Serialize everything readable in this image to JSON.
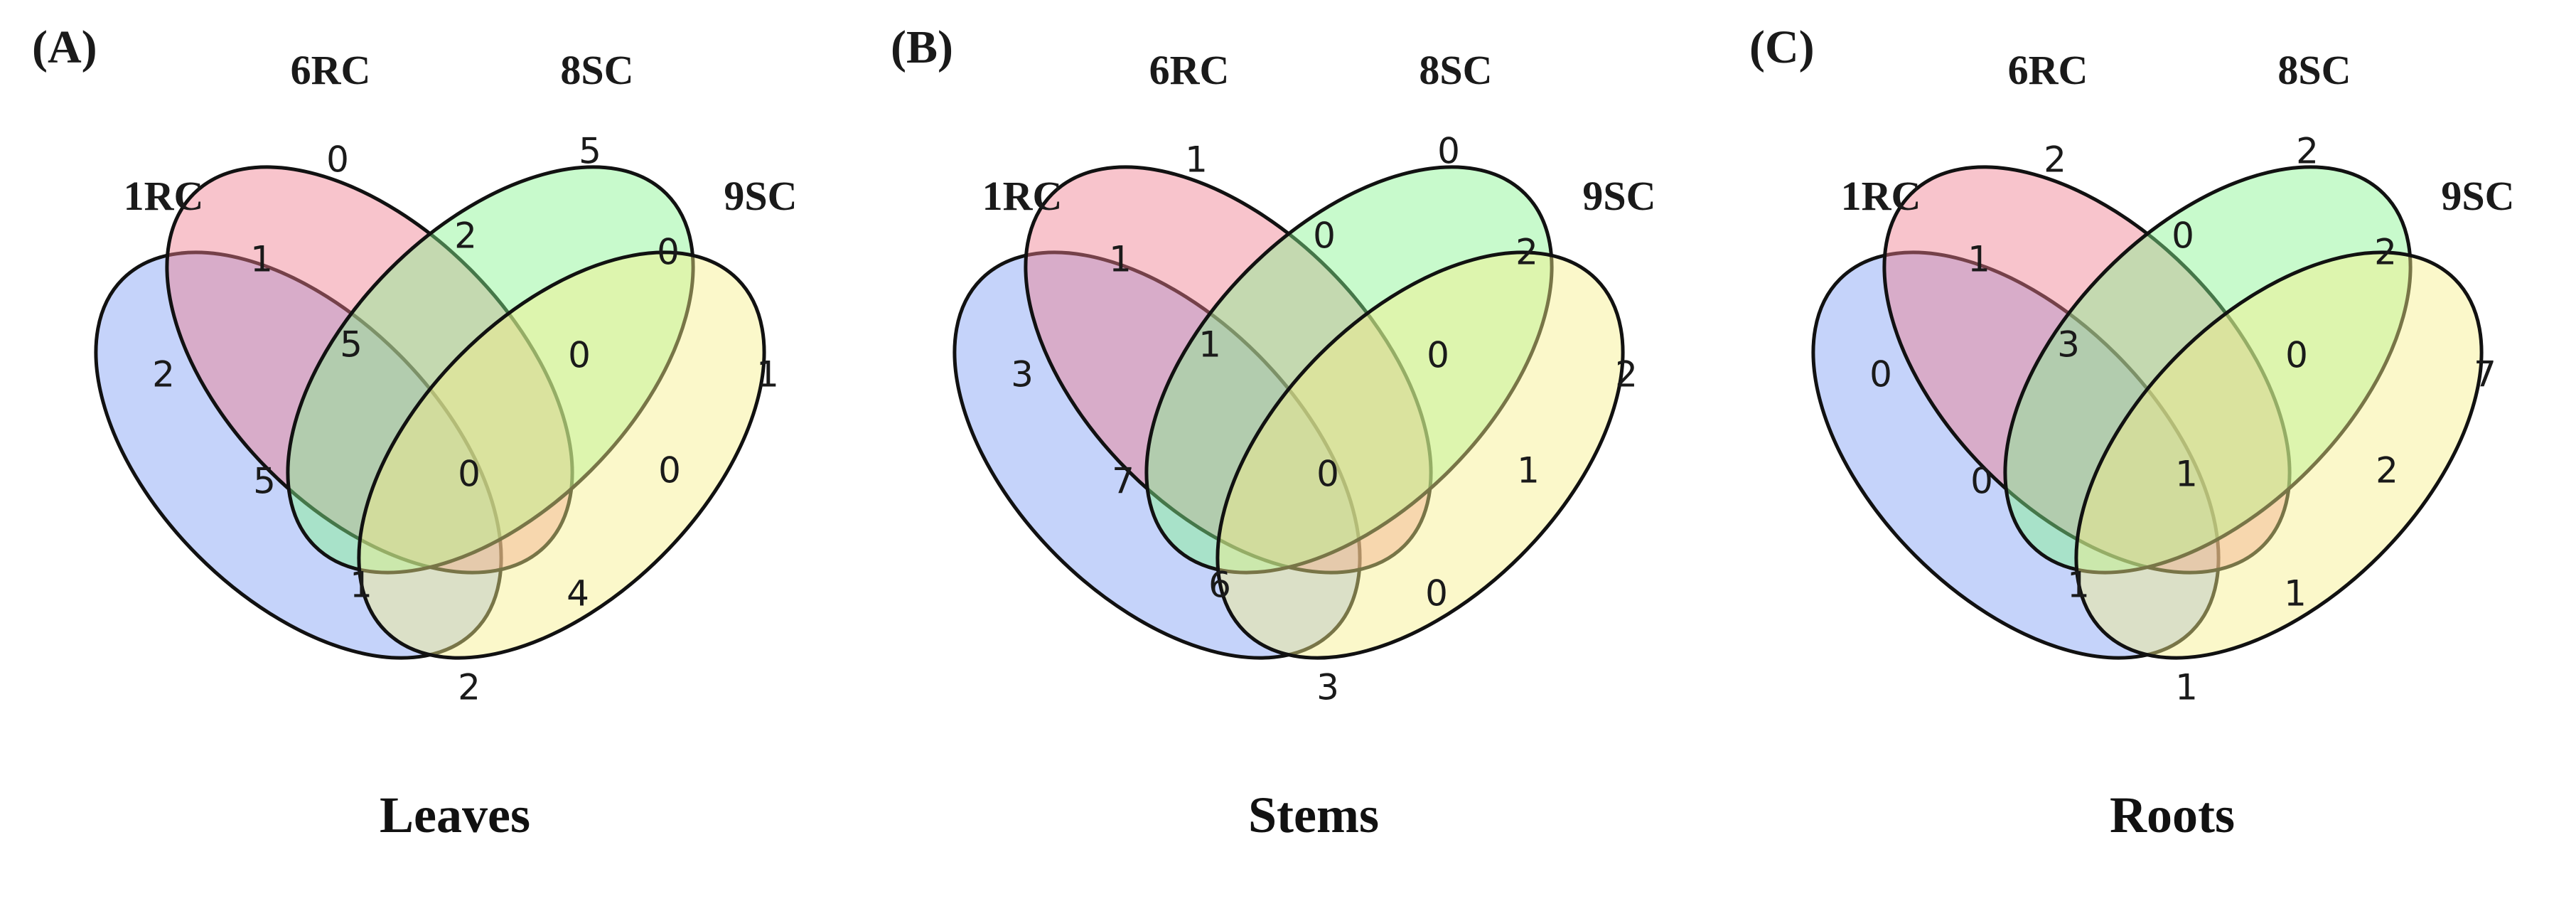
{
  "set_colors": {
    "1RC": "#7f9ef5",
    "6RC": "#f07c8e",
    "8SC": "#86f38e",
    "9SC": "#f7f089"
  },
  "panels": [
    {
      "label": "(A)",
      "caption": "Leaves",
      "set_labels": [
        "1RC",
        "6RC",
        "8SC",
        "9SC"
      ],
      "counts": {
        "only_1RC": "2",
        "only_6RC": "0",
        "only_8SC": "5",
        "only_9SC": "1",
        "1RC_6RC": "1",
        "6RC_8SC": "2",
        "8SC_9SC": "0",
        "1RC_9SC": "2",
        "1RC_6RC_8SC": "5",
        "6RC_8SC_9SC": "0",
        "1RC_8SC": "5",
        "6RC_9SC": "0",
        "1RC_6RC_8SC_9SC": "0",
        "1RC_8SC_9SC": "1",
        "1RC_6RC_9SC": "4"
      }
    },
    {
      "label": "(B)",
      "caption": "Stems",
      "set_labels": [
        "1RC",
        "6RC",
        "8SC",
        "9SC"
      ],
      "counts": {
        "only_1RC": "3",
        "only_6RC": "1",
        "only_8SC": "0",
        "only_9SC": "2",
        "1RC_6RC": "1",
        "6RC_8SC": "0",
        "8SC_9SC": "2",
        "1RC_9SC": "3",
        "1RC_6RC_8SC": "1",
        "6RC_8SC_9SC": "0",
        "1RC_8SC": "7",
        "6RC_9SC": "1",
        "1RC_6RC_8SC_9SC": "0",
        "1RC_8SC_9SC": "6",
        "1RC_6RC_9SC": "0"
      }
    },
    {
      "label": "(C)",
      "caption": "Roots",
      "set_labels": [
        "1RC",
        "6RC",
        "8SC",
        "9SC"
      ],
      "counts": {
        "only_1RC": "0",
        "only_6RC": "2",
        "only_8SC": "2",
        "only_9SC": "7",
        "1RC_6RC": "1",
        "6RC_8SC": "0",
        "8SC_9SC": "2",
        "1RC_9SC": "1",
        "1RC_6RC_8SC": "3",
        "6RC_8SC_9SC": "0",
        "1RC_8SC": "0",
        "6RC_9SC": "2",
        "1RC_6RC_8SC_9SC": "1",
        "1RC_8SC_9SC": "1",
        "1RC_6RC_9SC": "1"
      }
    }
  ]
}
